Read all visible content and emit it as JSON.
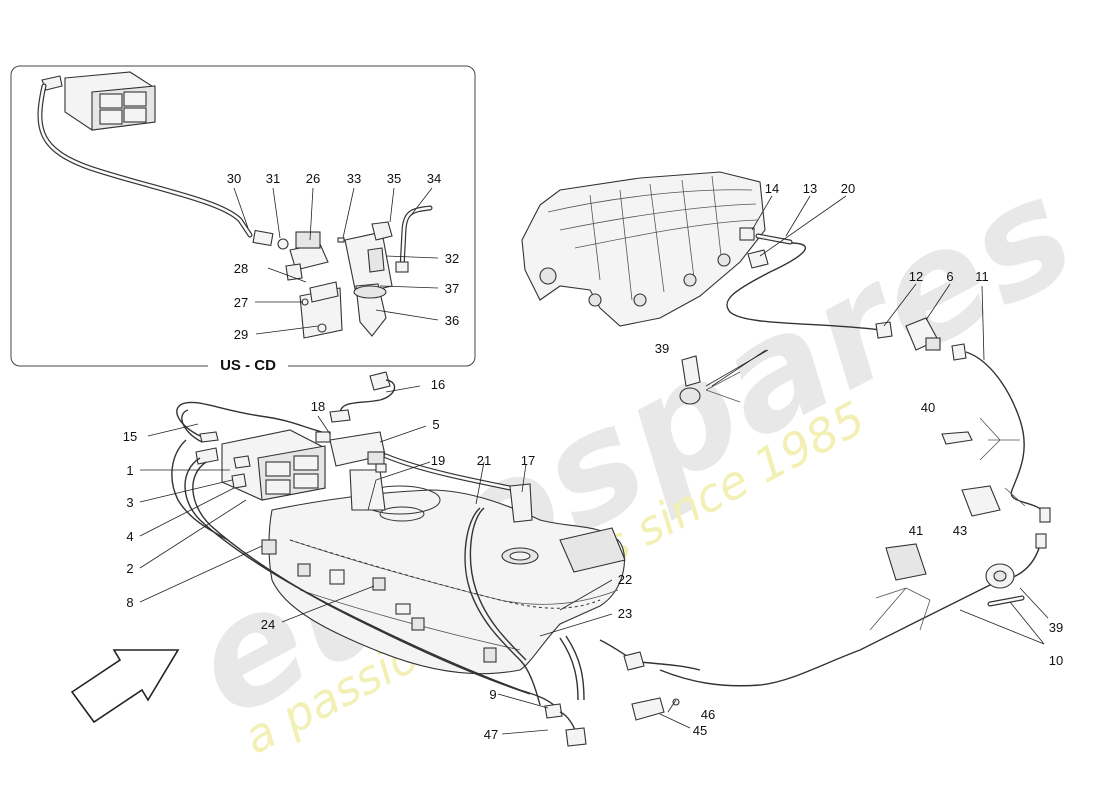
{
  "diagram": {
    "inset_title": "US - CD",
    "watermark_brand": "eurospares",
    "watermark_tagline": "a passion for parts since 1985",
    "callouts": {
      "n1": "1",
      "n2": "2",
      "n3": "3",
      "n4": "4",
      "n5": "5",
      "n6": "6",
      "n8": "8",
      "n9": "9",
      "n10": "10",
      "n11": "11",
      "n12": "12",
      "n13": "13",
      "n14": "14",
      "n15": "15",
      "n16": "16",
      "n17": "17",
      "n18": "18",
      "n19": "19",
      "n20": "20",
      "n21": "21",
      "n22": "22",
      "n23": "23",
      "n24": "24",
      "n26": "26",
      "n27": "27",
      "n28": "28",
      "n29": "29",
      "n30": "30",
      "n31": "31",
      "n32": "32",
      "n33": "33",
      "n34": "34",
      "n35": "35",
      "n36": "36",
      "n37": "37",
      "n39a": "39",
      "n39b": "39",
      "n40": "40",
      "n41": "41",
      "n43": "43",
      "n45": "45",
      "n46": "46",
      "n47": "47"
    }
  }
}
